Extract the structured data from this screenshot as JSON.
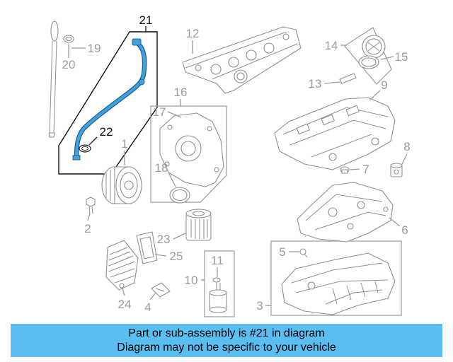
{
  "diagram": {
    "callouts": [
      "21",
      "22",
      "19",
      "20",
      "12",
      "16",
      "17",
      "18",
      "1",
      "14",
      "15",
      "13",
      "9",
      "8",
      "7",
      "2",
      "23",
      "25",
      "6",
      "5",
      "11",
      "10",
      "3",
      "24",
      "4"
    ]
  },
  "banner": {
    "line1": "Part or sub-assembly is #21 in diagram",
    "line2": "Diagram may not be specific to your vehicle"
  },
  "colors": {
    "banner": "#5bbef0",
    "highlight": "#3fa2df",
    "callout": "#9b9b9b",
    "outline": "#8f8f8f"
  }
}
